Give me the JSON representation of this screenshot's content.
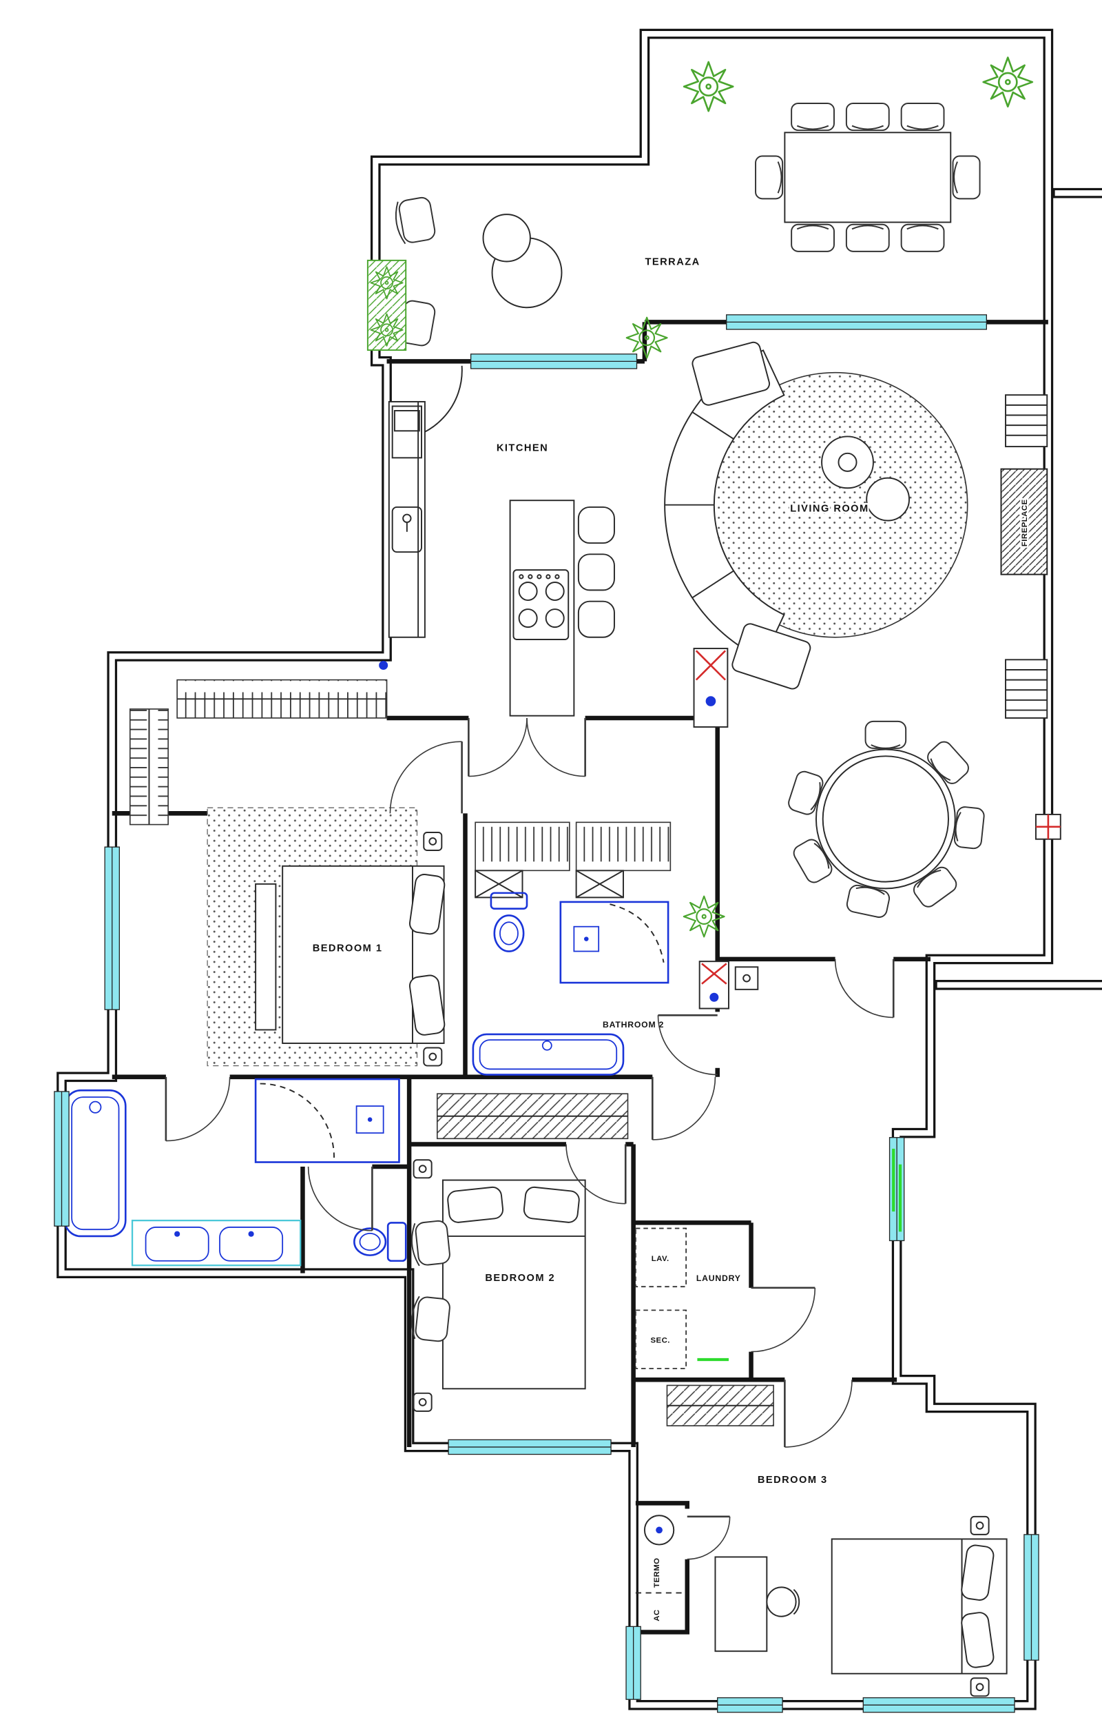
{
  "document": {
    "type": "architectural-floor-plan",
    "title": "Apartment floor plan"
  },
  "colors": {
    "wall": "#141414",
    "window_cyan": "#8ee6ef",
    "fixture_blue": "#1a35d9",
    "vanity_cyan": "#49c8d8",
    "plant_green": "#4aa52e",
    "accent_green": "#2edb2e",
    "accent_red": "#d42a2a",
    "paper": "#ffffff"
  },
  "labels": {
    "terraza": "TERRAZA",
    "kitchen": "KITCHEN",
    "living_room": "LIVING ROOM",
    "fireplace": "FIREPLACE",
    "bedroom1": "BEDROOM 1",
    "bathroom2": "BATHROOM 2",
    "bedroom2": "BEDROOM 2",
    "lav": "LAV.",
    "laundry": "LAUNDRY",
    "sec": "SEC.",
    "bedroom3": "BEDROOM 3",
    "termo": "TERMO",
    "ac": "AC"
  }
}
